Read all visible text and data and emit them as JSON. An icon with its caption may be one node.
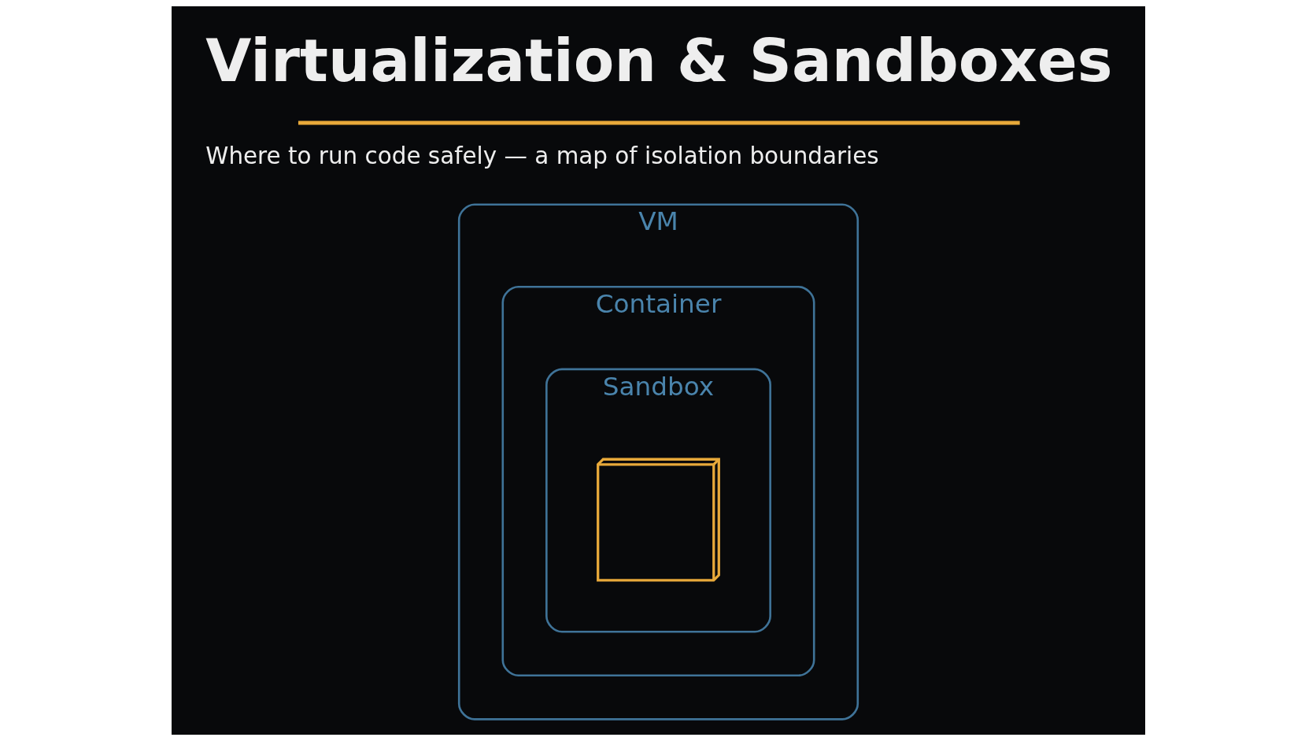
{
  "diagram": {
    "title": "Virtualization & Sandboxes",
    "caption": "Where to run code safely — a map of isolation boundaries",
    "nodes": [
      {
        "text": [
          "VM"
        ]
      },
      {
        "text": [
          "Container"
        ],
        "in": 0
      },
      {
        "text": [
          "Sandbox"
        ],
        "in": 1
      },
      {
        "text": [],
        "shape": "cube",
        "in": 2
      }
    ]
  }
}
